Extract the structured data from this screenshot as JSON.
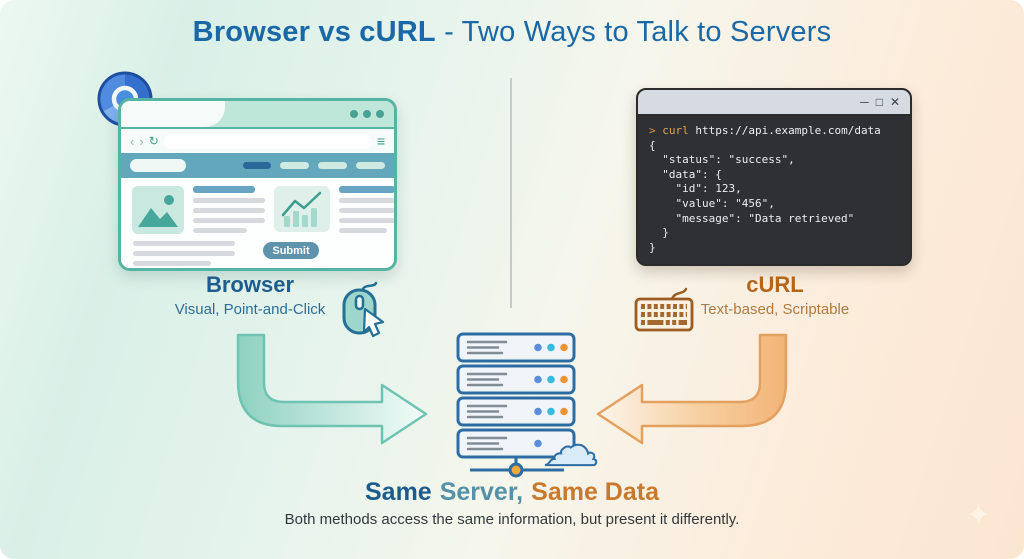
{
  "header": {
    "title_strong": "Browser vs cURL",
    "title_rest": " - Two Ways to Talk to Servers"
  },
  "browser": {
    "name": "Browser",
    "tagline": "Visual, Point-and-Click",
    "submit_label": "Submit",
    "chrome": {
      "back": "‹",
      "forward": "›",
      "refresh": "↻",
      "menu": "≡"
    }
  },
  "curl": {
    "name": "cURL",
    "tagline": "Text-based, Scriptable",
    "terminal": {
      "controls": {
        "minimize": "─",
        "maximize": "□",
        "close": "✕"
      },
      "prompt": "> ",
      "command": "curl ",
      "argument": "https://api.example.com/data",
      "response_lines": [
        "{",
        "  \"status\": \"success\",",
        "  \"data\": {",
        "    \"id\": 123,",
        "    \"value\": \"456\",",
        "    \"message\": \"Data retrieved\"",
        "  }",
        "}"
      ]
    }
  },
  "footer": {
    "headline_part1": "Same",
    "headline_part2": "Server,",
    "headline_part3": "Same Data",
    "subtitle": "Both methods access the same information, but present it differently."
  },
  "icons": {
    "sparkle": "✦"
  },
  "palette": {
    "title_blue": "#1a68a5",
    "teal_accent": "#56b5a2",
    "orange_accent": "#e3a05f",
    "server_blue": "#2e6da4",
    "dot_blue": "#5b8ede",
    "dot_cyan": "#38bcdc",
    "dot_orange": "#ef9434"
  }
}
